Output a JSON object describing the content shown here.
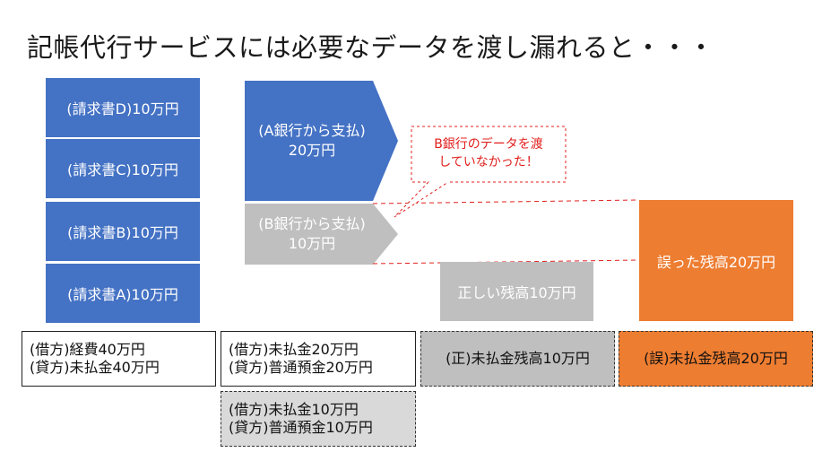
{
  "title": "記帳代行サービスには必要なデータを渡し漏れると・・・",
  "invoices": [
    {
      "label": "(請求書D)10万円"
    },
    {
      "label": "(請求書C)10万円"
    },
    {
      "label": "(請求書B)10万円"
    },
    {
      "label": "(請求書A)10万円"
    }
  ],
  "payment_a": {
    "line1": "(A銀行から支払)",
    "line2": "20万円"
  },
  "payment_b": {
    "line1": "(B銀行から支払)",
    "line2": "10万円"
  },
  "callout": {
    "line1": "B銀行のデータを渡",
    "line2": "していなかった！"
  },
  "correct_balance": "正しい残高10万円",
  "wrong_balance": "誤った残高20万円",
  "journals": {
    "expense": {
      "line1": "(借方)経費40万円",
      "line2": "(貸方)未払金40万円"
    },
    "payment_a": {
      "line1": "(借方)未払金20万円",
      "line2": "(貸方)普通預金20万円"
    },
    "payment_b": {
      "line1": "(借方)未払金10万円",
      "line2": "(貸方)普通預金10万円"
    },
    "correct": "(正)未払金残高10万円",
    "wrong": "(誤)未払金残高20万円"
  },
  "colors": {
    "blue": "#4472C4",
    "gray": "#BFBFBF",
    "orange": "#ED7D31",
    "red": "#E0201E",
    "dotted_fill": "#D9D9D9"
  }
}
